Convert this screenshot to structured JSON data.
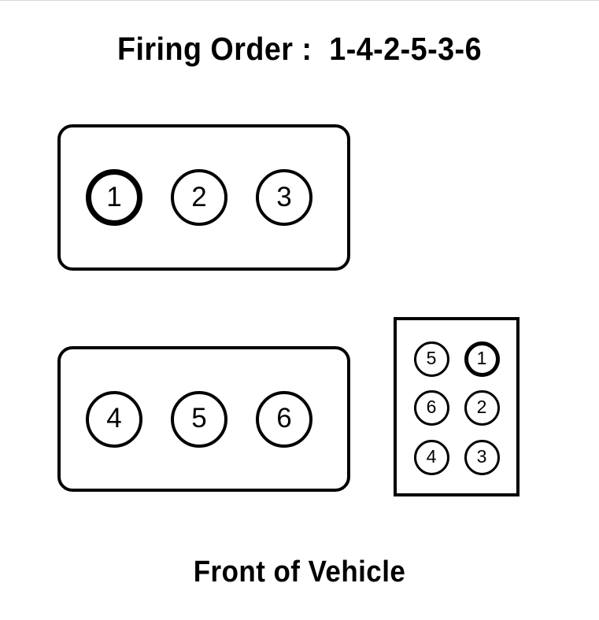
{
  "diagram": {
    "title": "Firing Order :  1-4-2-5-3-6",
    "footer_caption": "Front of Vehicle",
    "firing_order": "1-4-2-5-3-6",
    "firing_sequence": [
      1,
      4,
      2,
      5,
      3,
      6
    ],
    "engine_type": "V6",
    "highlighted_cylinder": "1",
    "colors": {
      "ink": "#000000",
      "background": "#ffffff",
      "scan_edge": "#d8d8d8"
    },
    "banks": [
      {
        "name": "rear-bank",
        "cylinders": [
          {
            "label": "1",
            "highlighted": true
          },
          {
            "label": "2",
            "highlighted": false
          },
          {
            "label": "3",
            "highlighted": false
          }
        ]
      },
      {
        "name": "front-bank",
        "cylinders": [
          {
            "label": "4",
            "highlighted": false
          },
          {
            "label": "5",
            "highlighted": false
          },
          {
            "label": "6",
            "highlighted": false
          }
        ]
      }
    ],
    "distributor": {
      "name": "distributor-cap",
      "rows": [
        [
          {
            "label": "5",
            "highlighted": false
          },
          {
            "label": "1",
            "highlighted": true
          }
        ],
        [
          {
            "label": "6",
            "highlighted": false
          },
          {
            "label": "2",
            "highlighted": false
          }
        ],
        [
          {
            "label": "4",
            "highlighted": false
          },
          {
            "label": "3",
            "highlighted": false
          }
        ]
      ]
    }
  }
}
